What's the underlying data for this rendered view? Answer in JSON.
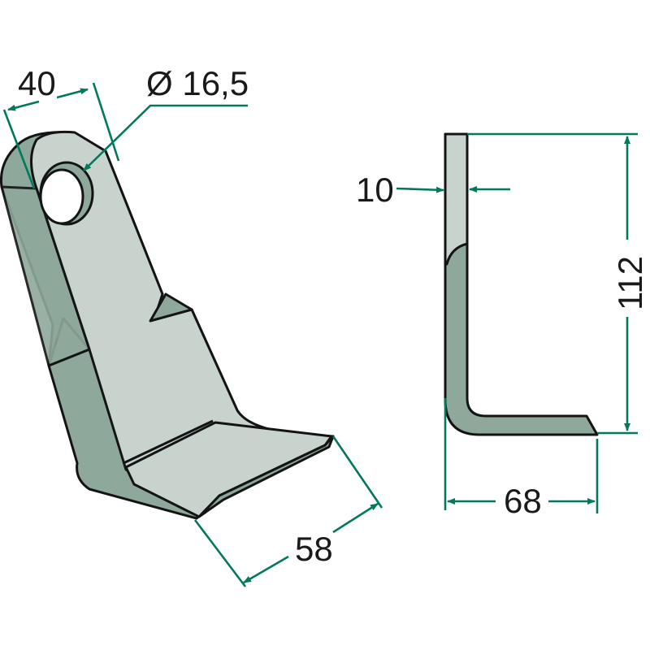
{
  "dimensions": {
    "width_top": "40",
    "hole_diameter": "Ø 16,5",
    "thickness": "10",
    "height": "112",
    "side_length": "68",
    "blade_width": "58"
  },
  "colors": {
    "face_light": "#c8d3ce",
    "face_dark": "#8ea89b",
    "dimension_line": "#00795c",
    "outline": "#141414"
  }
}
